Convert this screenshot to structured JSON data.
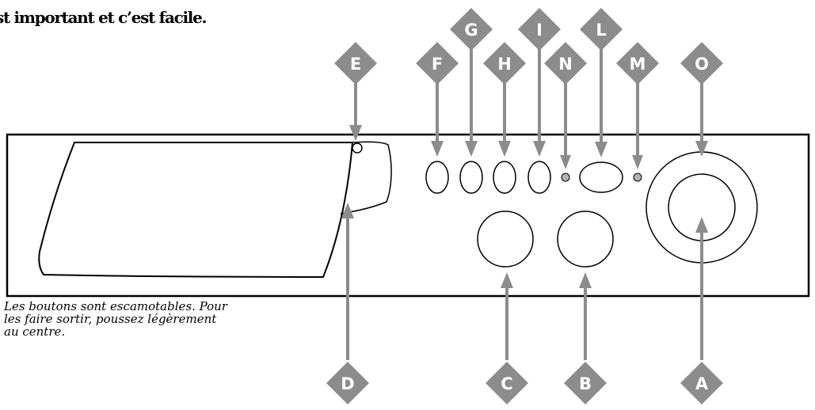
{
  "header": {
    "text": "st important et c’est facile."
  },
  "caption": {
    "lines": [
      "Les boutons sont escamotables. Pour",
      "les faire sortir, poussez légèrement",
      "au centre."
    ]
  },
  "markers": {
    "A": {
      "letter": "A",
      "target": "central-knob"
    },
    "B": {
      "letter": "B",
      "target": "right-round-knob"
    },
    "C": {
      "letter": "C",
      "target": "left-round-knob"
    },
    "D": {
      "letter": "D",
      "target": "detergent-drawer"
    },
    "E": {
      "letter": "E",
      "target": "drawer-handle"
    },
    "F": {
      "letter": "F",
      "target": "button-1"
    },
    "G": {
      "letter": "G",
      "target": "button-2"
    },
    "H": {
      "letter": "H",
      "target": "button-3"
    },
    "I": {
      "letter": "I",
      "target": "button-4"
    },
    "N": {
      "letter": "N",
      "target": "indicator-light-1"
    },
    "L": {
      "letter": "L",
      "target": "start-button"
    },
    "M": {
      "letter": "M",
      "target": "indicator-light-2"
    },
    "O": {
      "letter": "O",
      "target": "programme-dial-ring"
    }
  },
  "colors": {
    "marker_fill": "#8c8c8c",
    "outline": "#000000",
    "indicator": "#b3b3b3",
    "background": "#ffffff"
  }
}
